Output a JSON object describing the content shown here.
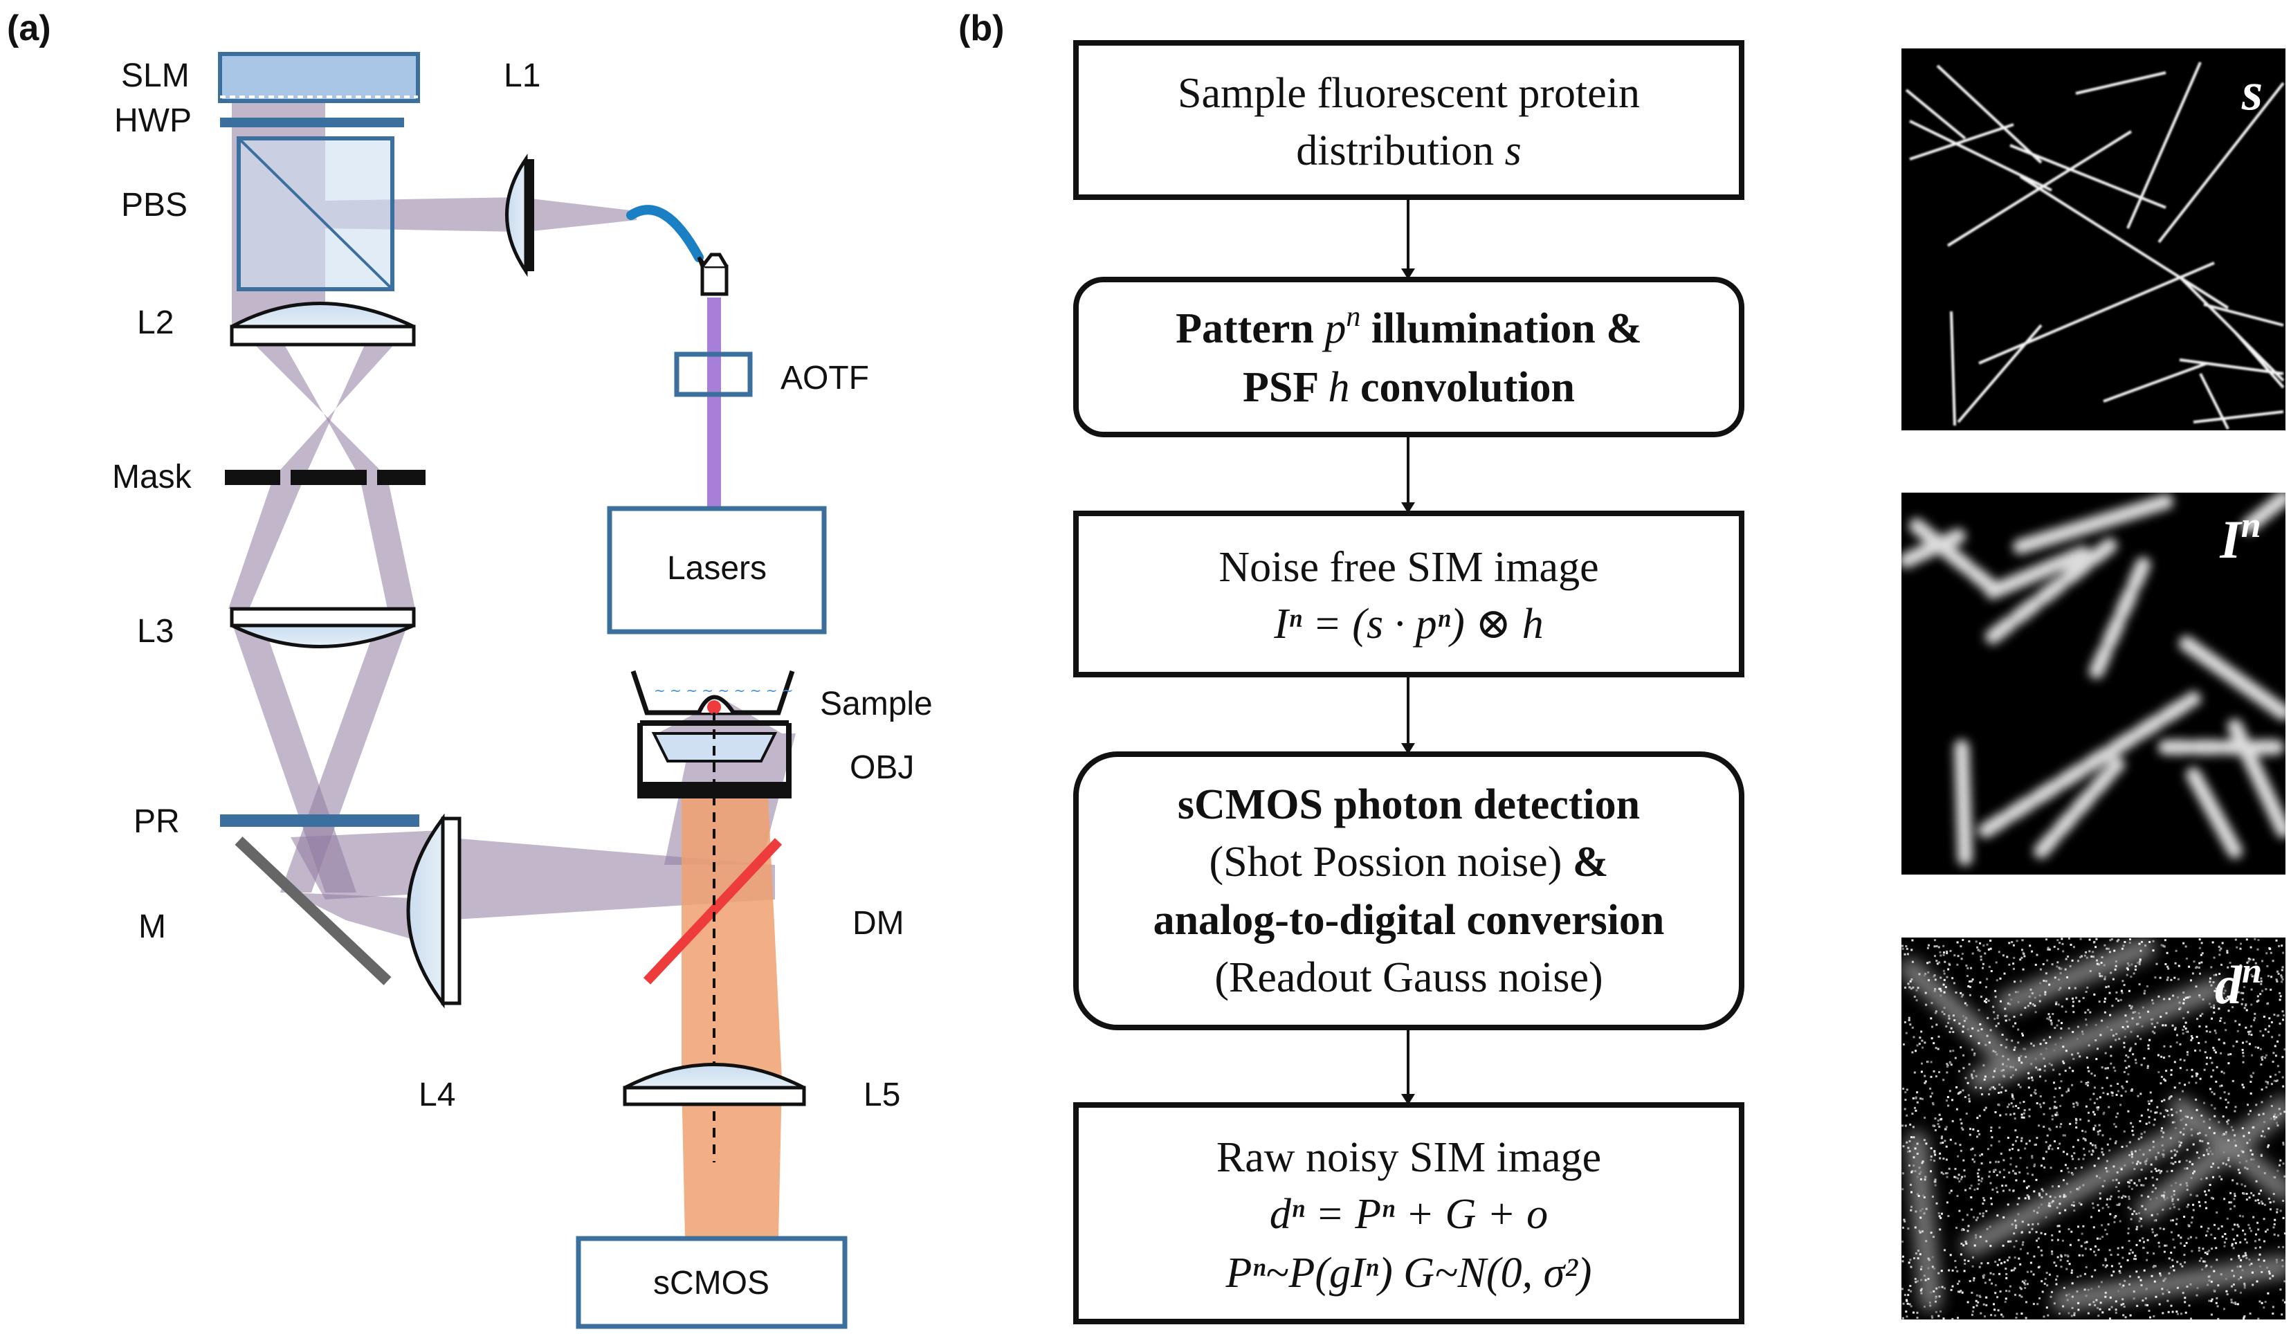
{
  "panel_a": {
    "label": "(a)",
    "components": {
      "slm": "SLM",
      "hwp": "HWP",
      "pbs": "PBS",
      "l1": "L1",
      "l2": "L2",
      "mask": "Mask",
      "l3": "L3",
      "pr": "PR",
      "m": "M",
      "l4": "L4",
      "aotf": "AOTF",
      "lasers": "Lasers",
      "sample": "Sample",
      "obj": "OBJ",
      "dm": "DM",
      "l5": "L5",
      "scmos": "sCMOS"
    },
    "colors": {
      "box_border": "#3b6f9e",
      "illumination_beam": "#8f7aa0",
      "detection_beam": "#f0a070",
      "fiber": "#1b7fc4",
      "laser_beam": "#a87fd8",
      "dichroic": "#ee3b3b",
      "slm_fill": "#a9c6e6"
    }
  },
  "panel_b": {
    "label": "(b)",
    "boxes": [
      {
        "line1": "Sample fluorescent protein",
        "line2_text": "distribution ",
        "line2_var": "s"
      },
      {
        "line1_a": "Pattern ",
        "line1_var": "p",
        "line1_sup": "n",
        "line1_b": " illumination &",
        "line2_a": "PSF ",
        "line2_var": "h",
        "line2_b": " convolution"
      },
      {
        "line1": "Noise free SIM image",
        "line2": "Iⁿ = (s · pⁿ) ⊗ h"
      },
      {
        "line1": "sCMOS photon detection",
        "line2": "(Shot Possion noise)",
        "line2_amp": " &",
        "line3": "analog-to-digital conversion",
        "line4": "(Readout Gauss noise)"
      },
      {
        "line1": "Raw noisy SIM image",
        "line2": "dⁿ = Pⁿ + G + o",
        "line3": "Pⁿ~P(gIⁿ) G~N(0, σ²)"
      }
    ],
    "images": [
      {
        "label": "s"
      },
      {
        "label": "I",
        "sup": "n"
      },
      {
        "label": "d",
        "sup": "n"
      }
    ]
  }
}
